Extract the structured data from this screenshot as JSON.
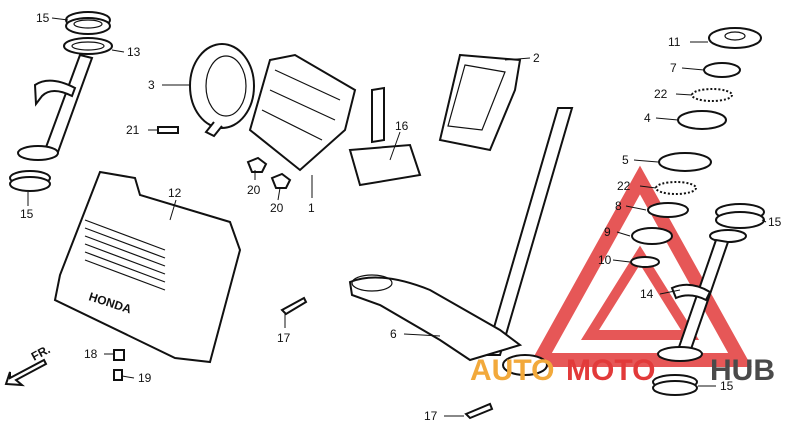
{
  "labels": [
    {
      "id": "15a",
      "text": "15"
    },
    {
      "id": "13",
      "text": "13"
    },
    {
      "id": "3",
      "text": "3"
    },
    {
      "id": "2",
      "text": "2"
    },
    {
      "id": "11",
      "text": "11"
    },
    {
      "id": "7",
      "text": "7"
    },
    {
      "id": "22a",
      "text": "22"
    },
    {
      "id": "4",
      "text": "4"
    },
    {
      "id": "21",
      "text": "21"
    },
    {
      "id": "16",
      "text": "16"
    },
    {
      "id": "20a",
      "text": "20"
    },
    {
      "id": "20b",
      "text": "20"
    },
    {
      "id": "1",
      "text": "1"
    },
    {
      "id": "12",
      "text": "12"
    },
    {
      "id": "15b",
      "text": "15"
    },
    {
      "id": "5",
      "text": "5"
    },
    {
      "id": "22b",
      "text": "22"
    },
    {
      "id": "8",
      "text": "8"
    },
    {
      "id": "15c",
      "text": "15"
    },
    {
      "id": "9",
      "text": "9"
    },
    {
      "id": "10",
      "text": "10"
    },
    {
      "id": "14",
      "text": "14"
    },
    {
      "id": "17a",
      "text": "17"
    },
    {
      "id": "6",
      "text": "6"
    },
    {
      "id": "18",
      "text": "18"
    },
    {
      "id": "19",
      "text": "19"
    },
    {
      "id": "15d",
      "text": "15"
    },
    {
      "id": "17b",
      "text": "17"
    }
  ],
  "cover_text": "HONDA",
  "front_indicator": "FR.",
  "watermark": {
    "left": "AUTO",
    "mid": "MOTO",
    "right": "HUB"
  },
  "colors": {
    "watermark_red": "#e23a3a",
    "watermark_orange": "#f2a93b",
    "watermark_gray": "#4a4a4a",
    "line": "#111111"
  }
}
